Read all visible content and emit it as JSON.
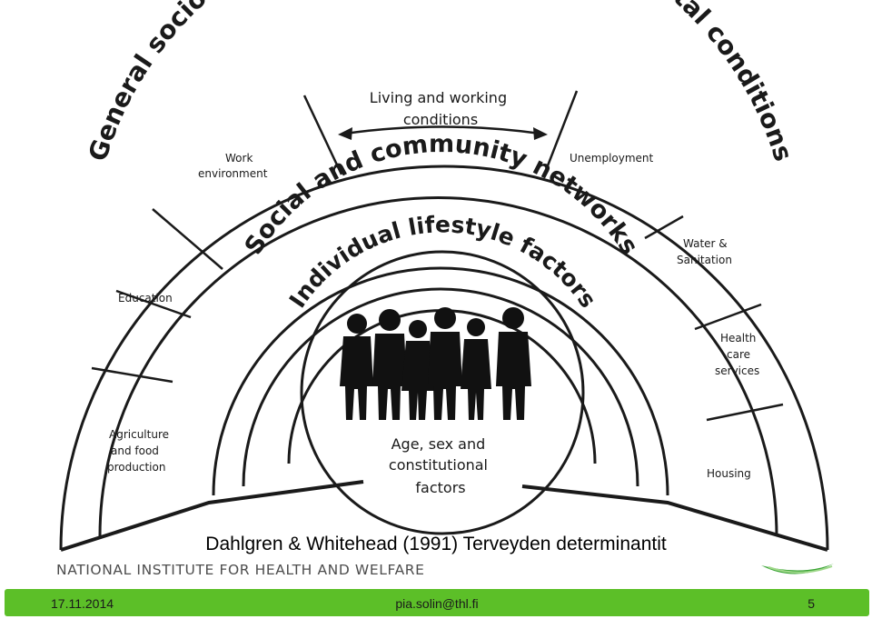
{
  "diagram": {
    "outer_ring_label": "General socioeconomic, cultural and environmental conditions",
    "social_ring_label": "Social and community networks",
    "lifestyle_ring_label": "Individual lifestyle factors",
    "core_label_lines": [
      "Age, sex and",
      "constitutional",
      "factors"
    ],
    "living_conditions_lines": [
      "Living and working",
      "conditions"
    ],
    "sectors": [
      {
        "lines": [
          "Work",
          "environment"
        ]
      },
      {
        "lines": [
          "Education"
        ]
      },
      {
        "lines": [
          "Agriculture",
          "and food",
          "production"
        ]
      },
      {
        "lines": [
          "Unemployment"
        ]
      },
      {
        "lines": [
          "Water &",
          "Sanitation"
        ]
      },
      {
        "lines": [
          "Health",
          "care",
          "services"
        ]
      },
      {
        "lines": [
          "Housing"
        ]
      }
    ]
  },
  "caption": "Dahlgren & Whitehead (1991) Terveyden determinantit",
  "institute": "NATIONAL INSTITUTE FOR HEALTH AND WELFARE",
  "footer": {
    "date": "17.11.2014",
    "email": "pia.solin@thl.fi",
    "page": "5"
  },
  "colors": {
    "ink": "#1a1a1a",
    "footer_bar": "#5cbf28",
    "institute_text": "#4d4d4d",
    "logo_green": "#3aa335"
  }
}
